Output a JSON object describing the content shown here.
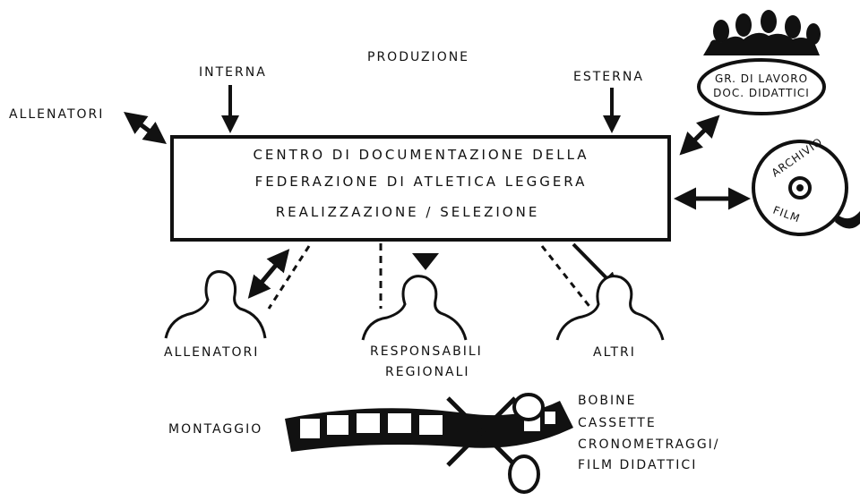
{
  "diagram": {
    "top_title": "PRODUZIONE",
    "left_input_label": "INTERNA",
    "right_input_label": "ESTERNA",
    "left_side_label": "ALLENATORI",
    "center_box": {
      "line1": "CENTRO DI DOCUMENTAZIONE DELLA",
      "line2": "FEDERAZIONE DI ATLETICA LEGGERA",
      "line3": "REALIZZAZIONE / SELEZIONE"
    },
    "working_group": {
      "line1": "GR. DI LAVORO",
      "line2": "DOC. DIDATTICI"
    },
    "archive": {
      "label": "ARCHIVIO",
      "sublabel": "FILM"
    },
    "people": {
      "left": "ALLENATORI",
      "middle_line1": "RESPONSABILI",
      "middle_line2": "REGIONALI",
      "right": "ALTRI"
    },
    "montage": {
      "label": "MONTAGGIO",
      "outputs": [
        "BOBINE",
        "CASSETTE",
        "CRONOMETRAGGI/",
        "FILM DIDATTICI"
      ]
    }
  }
}
